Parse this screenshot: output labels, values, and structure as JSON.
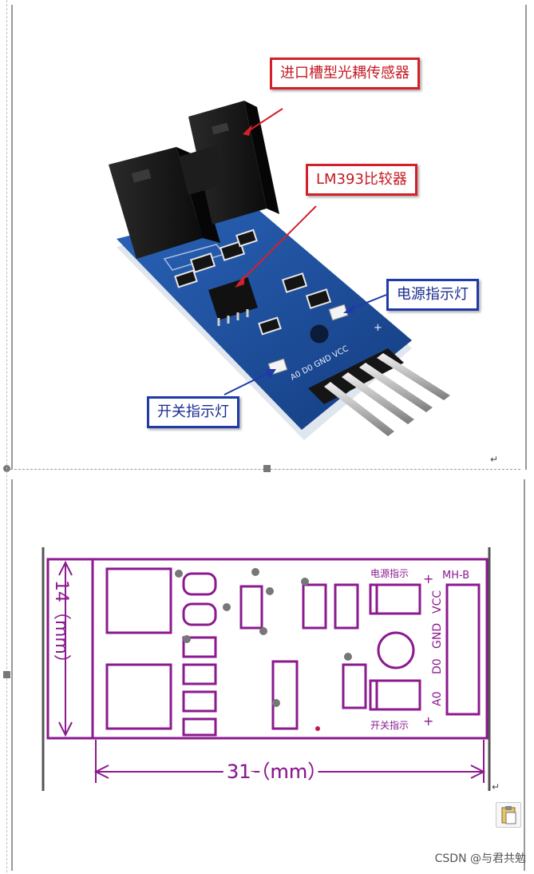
{
  "photo": {
    "labels": {
      "sensor": "进口槽型光耦传感器",
      "comparator": "LM393比较器",
      "power_led": "电源指示灯",
      "switch_led": "开关指示灯"
    },
    "silkscreen": {
      "pins": "A0 D0 GND VCC",
      "minus": "—",
      "plus": "+"
    }
  },
  "drawing": {
    "dim_height": "14（mm）",
    "dim_width": "31（mm）",
    "model": "MH-B",
    "power_text": "电源指示",
    "switch_text": "开关指示",
    "plus": "+",
    "pin_labels": [
      "VCC",
      "GND",
      "D0",
      "A0"
    ]
  },
  "watermark": "CSDN @与君共勉",
  "paragraph_mark": "↵",
  "colors": {
    "magenta": "#8b1a8f",
    "red_border": "#d4202a",
    "blue_border": "#1f3ba8",
    "pcb_blue": "#1b4f9c"
  }
}
